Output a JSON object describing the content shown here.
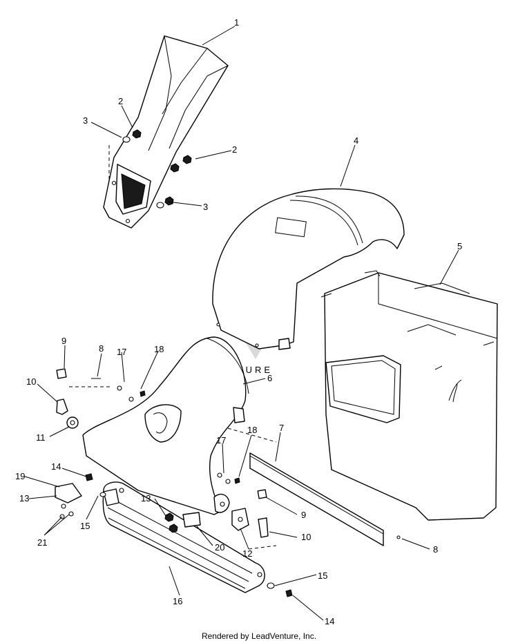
{
  "diagram": {
    "callouts": [
      "1",
      "2",
      "3",
      "2",
      "3",
      "4",
      "5",
      "9",
      "8",
      "17",
      "18",
      "10",
      "6",
      "11",
      "7",
      "17",
      "18",
      "14",
      "19",
      "13",
      "15",
      "13",
      "9",
      "10",
      "21",
      "12",
      "20",
      "8",
      "15",
      "16",
      "14"
    ],
    "watermark": "LEADVENTURE"
  },
  "footer": {
    "text": "Rendered by LeadVenture, Inc."
  }
}
